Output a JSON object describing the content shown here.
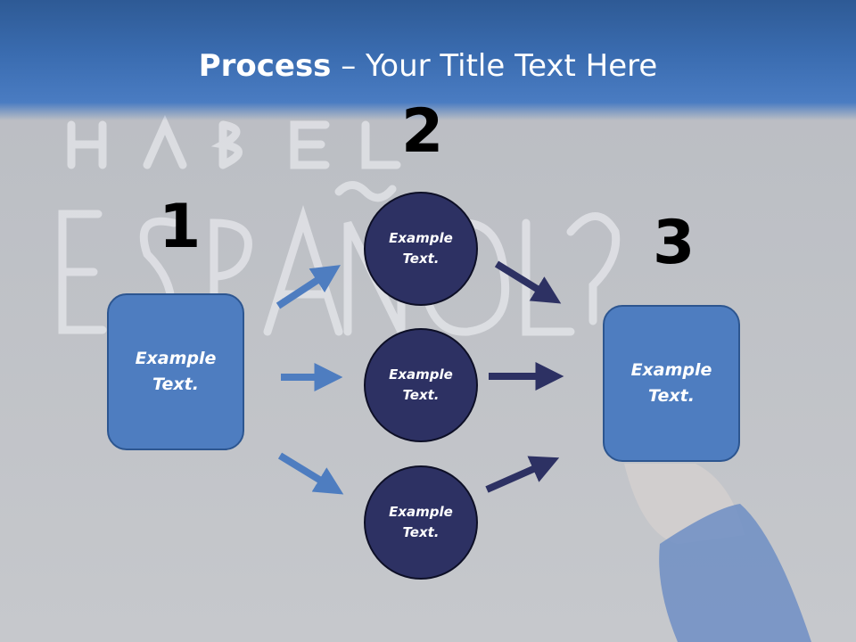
{
  "header": {
    "title_bold": "Process",
    "title_rest": " – Your Title Text Here"
  },
  "steps": {
    "one": "1",
    "two": "2",
    "three": "3"
  },
  "left_box": {
    "line1": "Example",
    "line2": "Text."
  },
  "right_box": {
    "line1": "Example",
    "line2": "Text."
  },
  "circles": [
    {
      "line1": "Example",
      "line2": "Text."
    },
    {
      "line1": "Example",
      "line2": "Text."
    },
    {
      "line1": "Example",
      "line2": "Text."
    }
  ],
  "colors": {
    "header": "#3a6cb0",
    "box": "#4e7dc0",
    "circle": "#2d3163",
    "arrow_light": "#4e7dc0",
    "arrow_dark": "#2d3163"
  }
}
